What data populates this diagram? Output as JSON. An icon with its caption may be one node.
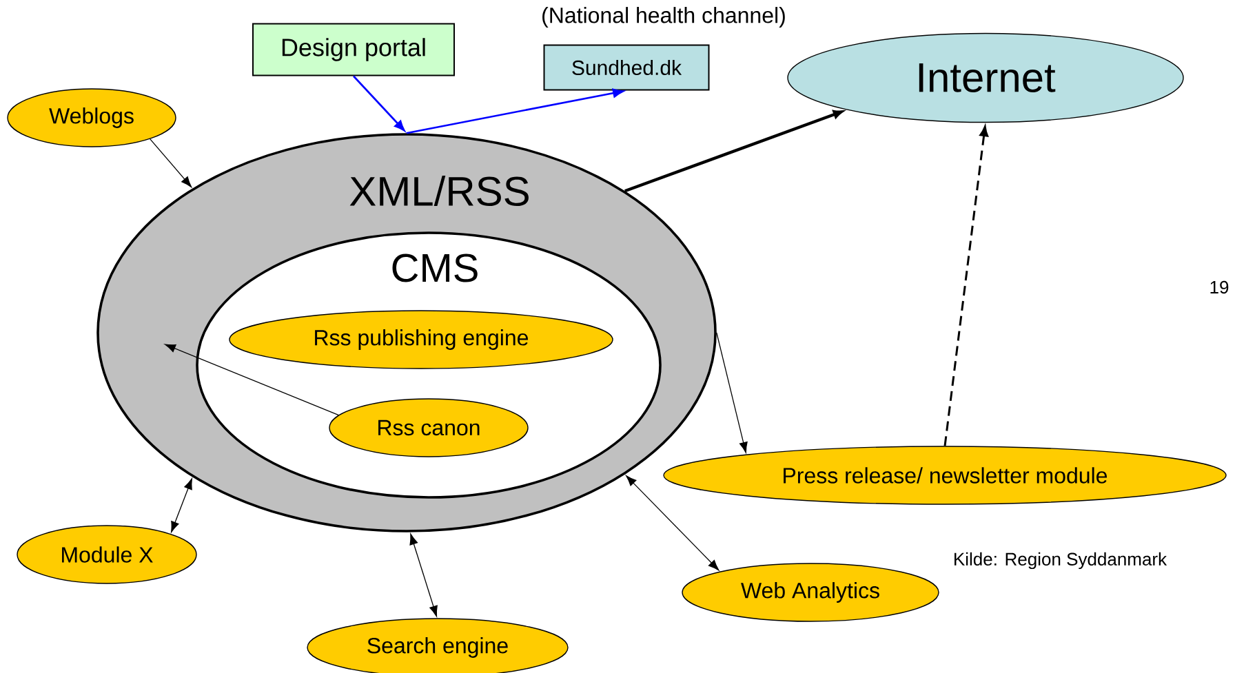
{
  "diagram": {
    "nodes": [
      {
        "text": [
          "Design portal"
        ]
      },
      {
        "text": [
          "Sundhed.dk"
        ],
        "beside": [
          "(National health channel)"
        ]
      },
      {
        "text": [
          "Internet"
        ]
      },
      {
        "text": [
          "Weblogs"
        ]
      },
      {
        "text": [
          "XML/RSS"
        ]
      },
      {
        "text": [
          "CMS"
        ],
        "in": 4
      },
      {
        "text": [
          "Rss publishing engine"
        ],
        "in": 5
      },
      {
        "text": [
          "Rss canon"
        ],
        "in": 5
      },
      {
        "text": [
          "Press release/ newsletter module"
        ]
      },
      {
        "text": [
          "Module X"
        ]
      },
      {
        "text": [
          "Search engine"
        ]
      },
      {
        "text": [
          "Web Analytics"
        ]
      }
    ],
    "edges": [
      {
        "from": 0,
        "to": 4,
        "arrow": "to",
        "color": "#0000ff"
      },
      {
        "from": 4,
        "to": 1,
        "arrow": "to",
        "color": "#0000ff"
      },
      {
        "from": 3,
        "to": 4,
        "arrow": "to"
      },
      {
        "from": 4,
        "to": 2,
        "arrow": "to",
        "style": "thick"
      },
      {
        "from": 8,
        "to": 2,
        "arrow": "to",
        "style": "dashed"
      },
      {
        "from": 4,
        "to": 8,
        "arrow": "to"
      },
      {
        "from": 7,
        "to": null,
        "arrow": "to"
      },
      {
        "from": 9,
        "to": 4,
        "arrow": "both"
      },
      {
        "from": 10,
        "to": 4,
        "arrow": "both"
      },
      {
        "from": 11,
        "to": 4,
        "arrow": "both"
      }
    ],
    "labels": [
      "19",
      "Kilde: Region Syddanmark"
    ]
  }
}
